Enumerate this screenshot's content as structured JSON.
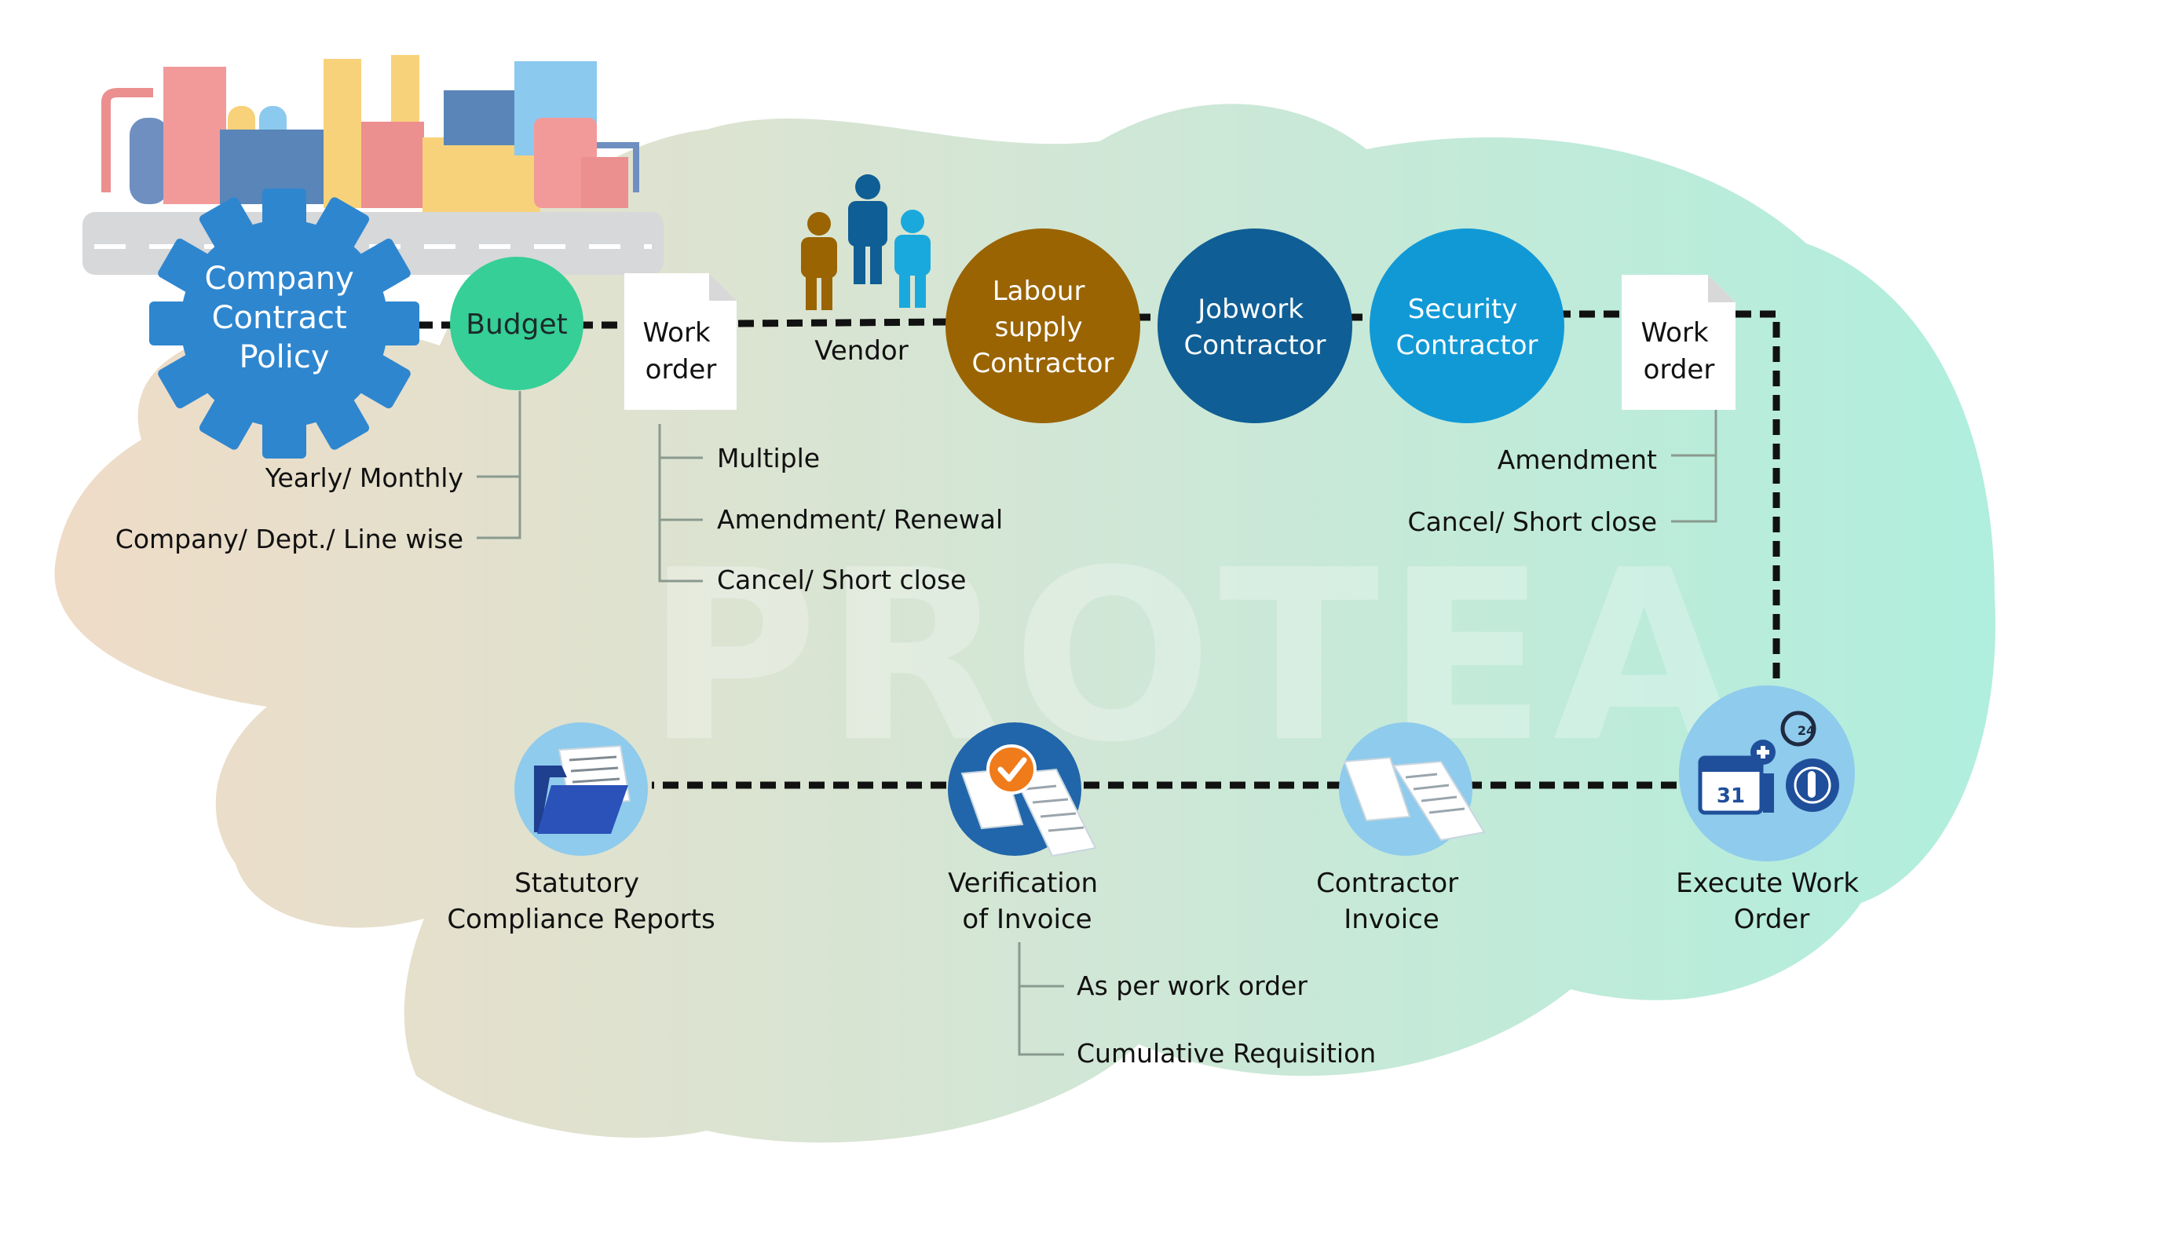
{
  "watermark": "PROTEA",
  "colors": {
    "policy_gear": "#2e86cf",
    "budget": "#35cf97",
    "labour": "#9a6402",
    "jobwork": "#0f5e95",
    "security": "#1199d6",
    "icon_circle": "#8ecbec",
    "verification_circle": "#2166aa",
    "check_badge": "#f07b1a",
    "blob_left": "#efdcc7",
    "blob_right": "#b3eedd"
  },
  "top_flow": {
    "policy": {
      "line1": "Company",
      "line2": "Contract",
      "line3": "Policy"
    },
    "budget": {
      "label": "Budget",
      "sub": [
        "Yearly/ Monthly",
        "Company/ Dept./ Line wise"
      ]
    },
    "work_order_1": {
      "line1": "Work",
      "line2": "order",
      "sub": [
        "Multiple",
        "Amendment/ Renewal",
        "Cancel/ Short close"
      ]
    },
    "vendor": {
      "label": "Vendor"
    },
    "labour": {
      "line1": "Labour",
      "line2": "supply",
      "line3": "Contractor"
    },
    "jobwork": {
      "line1": "Jobwork",
      "line2": "Contractor"
    },
    "security": {
      "line1": "Security",
      "line2": "Contractor"
    },
    "work_order_2": {
      "line1": "Work",
      "line2": "order",
      "sub": [
        "Amendment",
        "Cancel/ Short close"
      ]
    }
  },
  "bottom_flow": {
    "execute": {
      "line1": "Execute Work",
      "line2": "Order",
      "calendar_day": "31",
      "clock_text": "24"
    },
    "contractor_invoice": {
      "line1": "Contractor",
      "line2": "Invoice"
    },
    "verification": {
      "line1": "Verification",
      "line2": "of Invoice",
      "sub": [
        "As per work order",
        "Cumulative Requisition"
      ]
    },
    "statutory": {
      "line1": "Statutory",
      "line2": "Compliance Reports"
    }
  }
}
